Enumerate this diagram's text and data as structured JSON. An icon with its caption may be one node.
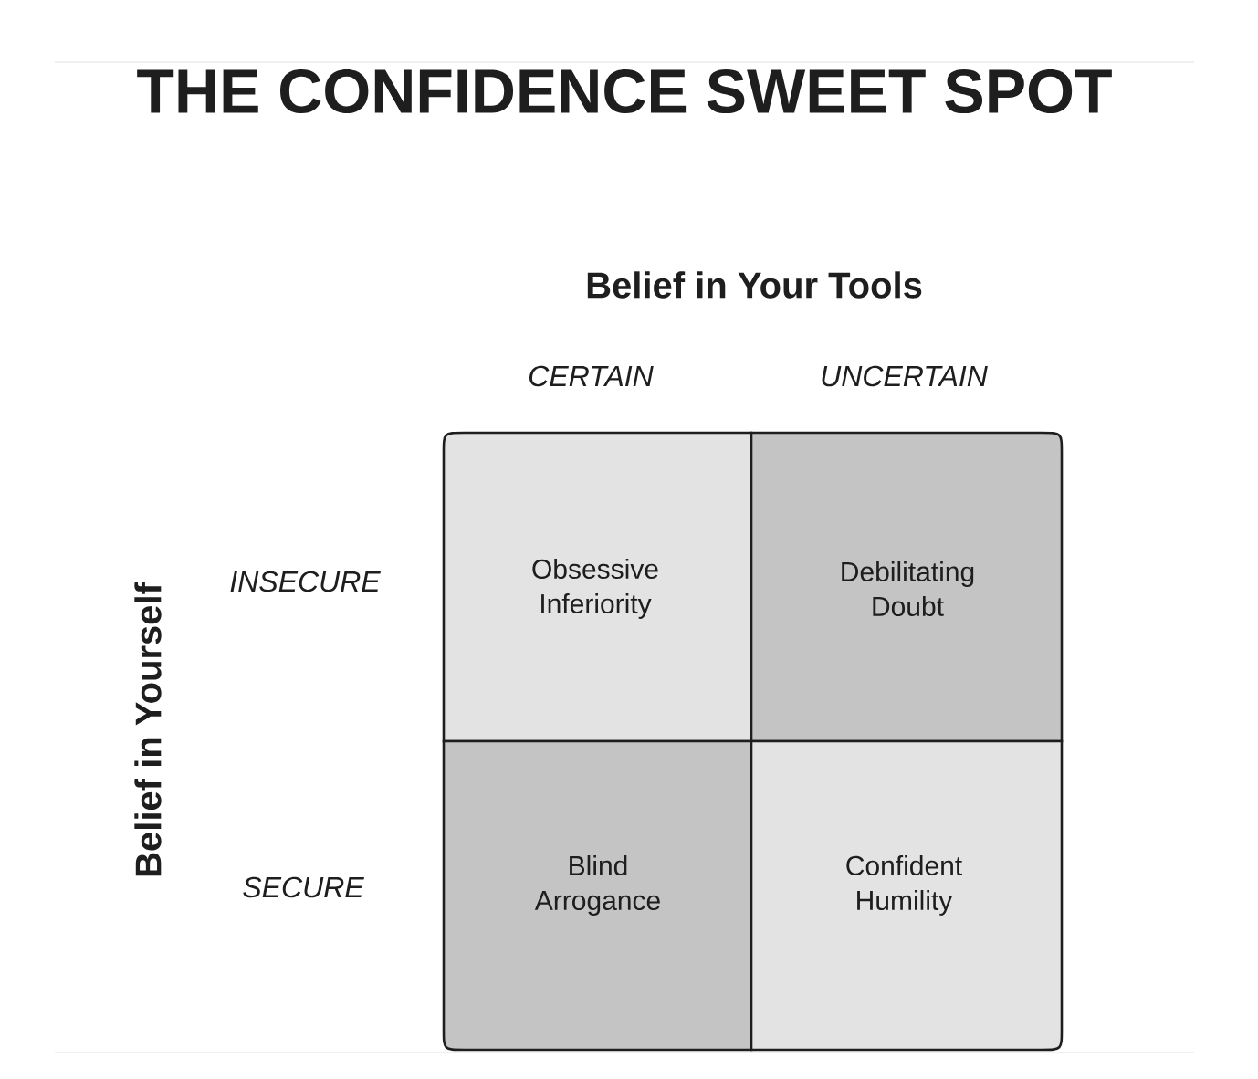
{
  "diagram": {
    "title": "THE CONFIDENCE SWEET SPOT",
    "nodes": [
      {
        "text": [
          "Obsessive Inferiority"
        ]
      },
      {
        "text": [
          "Debilitating Doubt"
        ]
      },
      {
        "text": [
          "Blind Arrogance"
        ]
      },
      {
        "text": [
          "Confident Humility"
        ]
      }
    ],
    "edges": [],
    "labels": [
      "Belief in Your Tools",
      "CERTAIN",
      "UNCERTAIN",
      "Belief in Yourself",
      "INSECURE",
      "SECURE"
    ]
  }
}
